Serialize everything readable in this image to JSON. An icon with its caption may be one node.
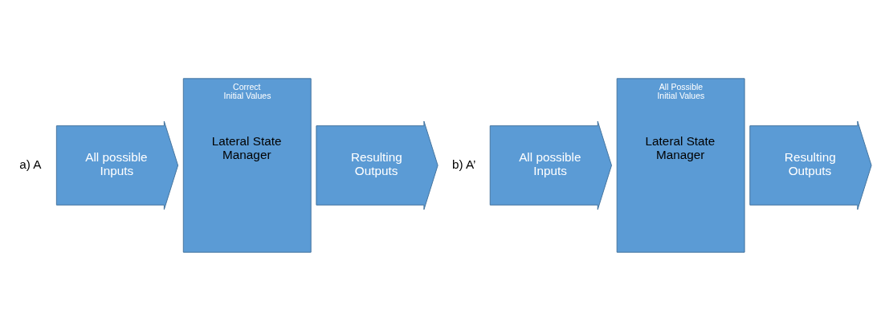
{
  "diagram": {
    "nodes": [
      {
        "text": [
          "All possible Inputs"
        ]
      },
      {
        "text": [
          "Correct Initial Values",
          "Lateral State Manager"
        ]
      },
      {
        "text": [
          "Resulting Outputs"
        ]
      },
      {
        "text": [
          "All possible Inputs"
        ]
      },
      {
        "text": [
          "All Possible Initial Values",
          "Lateral State Manager"
        ]
      },
      {
        "text": [
          "Resulting Outputs"
        ]
      }
    ],
    "labels": [
      "a) A",
      "b) A’"
    ]
  }
}
